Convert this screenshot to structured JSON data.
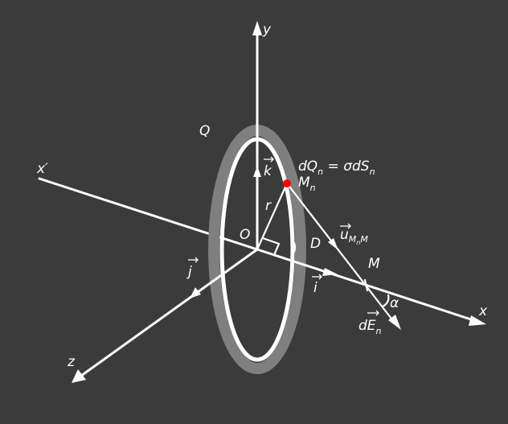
{
  "labels": {
    "y": "y",
    "x": "x",
    "x_prime": "x′",
    "z": "z",
    "charge": "Q",
    "origin": "O",
    "radius": "r",
    "point_d": "D",
    "point_m": "M",
    "angle": "α",
    "unit_i": "i",
    "unit_j": "j",
    "unit_k": "k",
    "point_mn": "M",
    "point_mn_sub": "n",
    "dq": "dQ",
    "dq_sub": "n",
    "dq_eq": " = σdS",
    "ds_sub": "n",
    "u": "u",
    "u_sub_m": "M",
    "u_sub_n": "n",
    "u_sub_m2": "M",
    "de": "dE",
    "de_sub": "n"
  },
  "colors": {
    "background": "#3b3b3b",
    "ring_outer": "#7f7f7f",
    "ring_inner": "#ffffff",
    "lines": "#ffffff",
    "point": "#ff0000"
  }
}
